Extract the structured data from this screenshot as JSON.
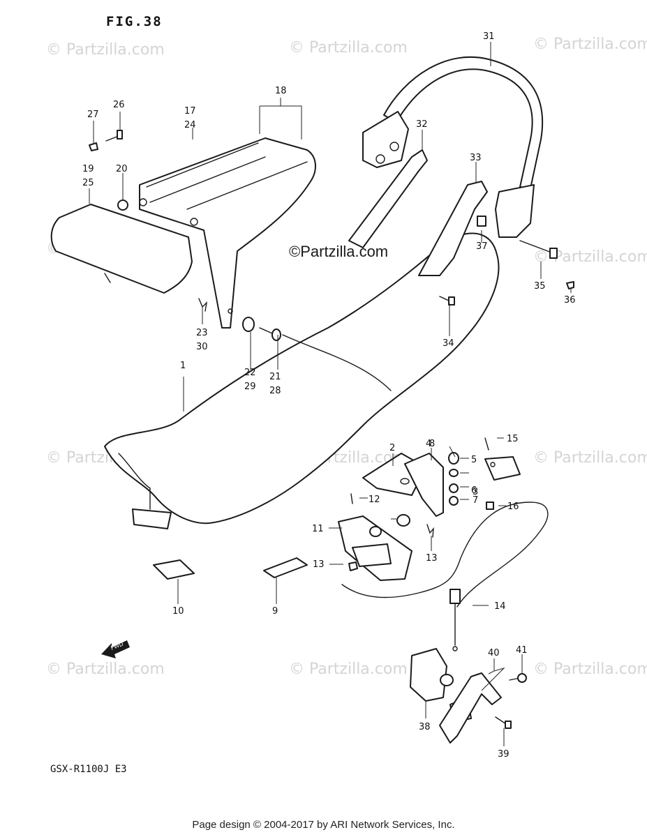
{
  "figure": {
    "title": "FIG.38",
    "model": "GSX-R1100J E3"
  },
  "watermark": "© Partzilla.com",
  "center_watermark": "©Partzilla.com",
  "fwd_label": "FWD",
  "footer": "Page design © 2004-2017 by ARI Network Services, Inc.",
  "callouts": [
    "1",
    "2",
    "3",
    "4",
    "5",
    "6",
    "7",
    "8",
    "9",
    "10",
    "11",
    "12",
    "13",
    "13",
    "14",
    "15",
    "16",
    "17",
    "24",
    "18",
    "19",
    "25",
    "20",
    "21",
    "28",
    "22",
    "29",
    "23",
    "30",
    "26",
    "27",
    "31",
    "32",
    "33",
    "34",
    "35",
    "36",
    "37",
    "38",
    "39",
    "40",
    "41"
  ]
}
